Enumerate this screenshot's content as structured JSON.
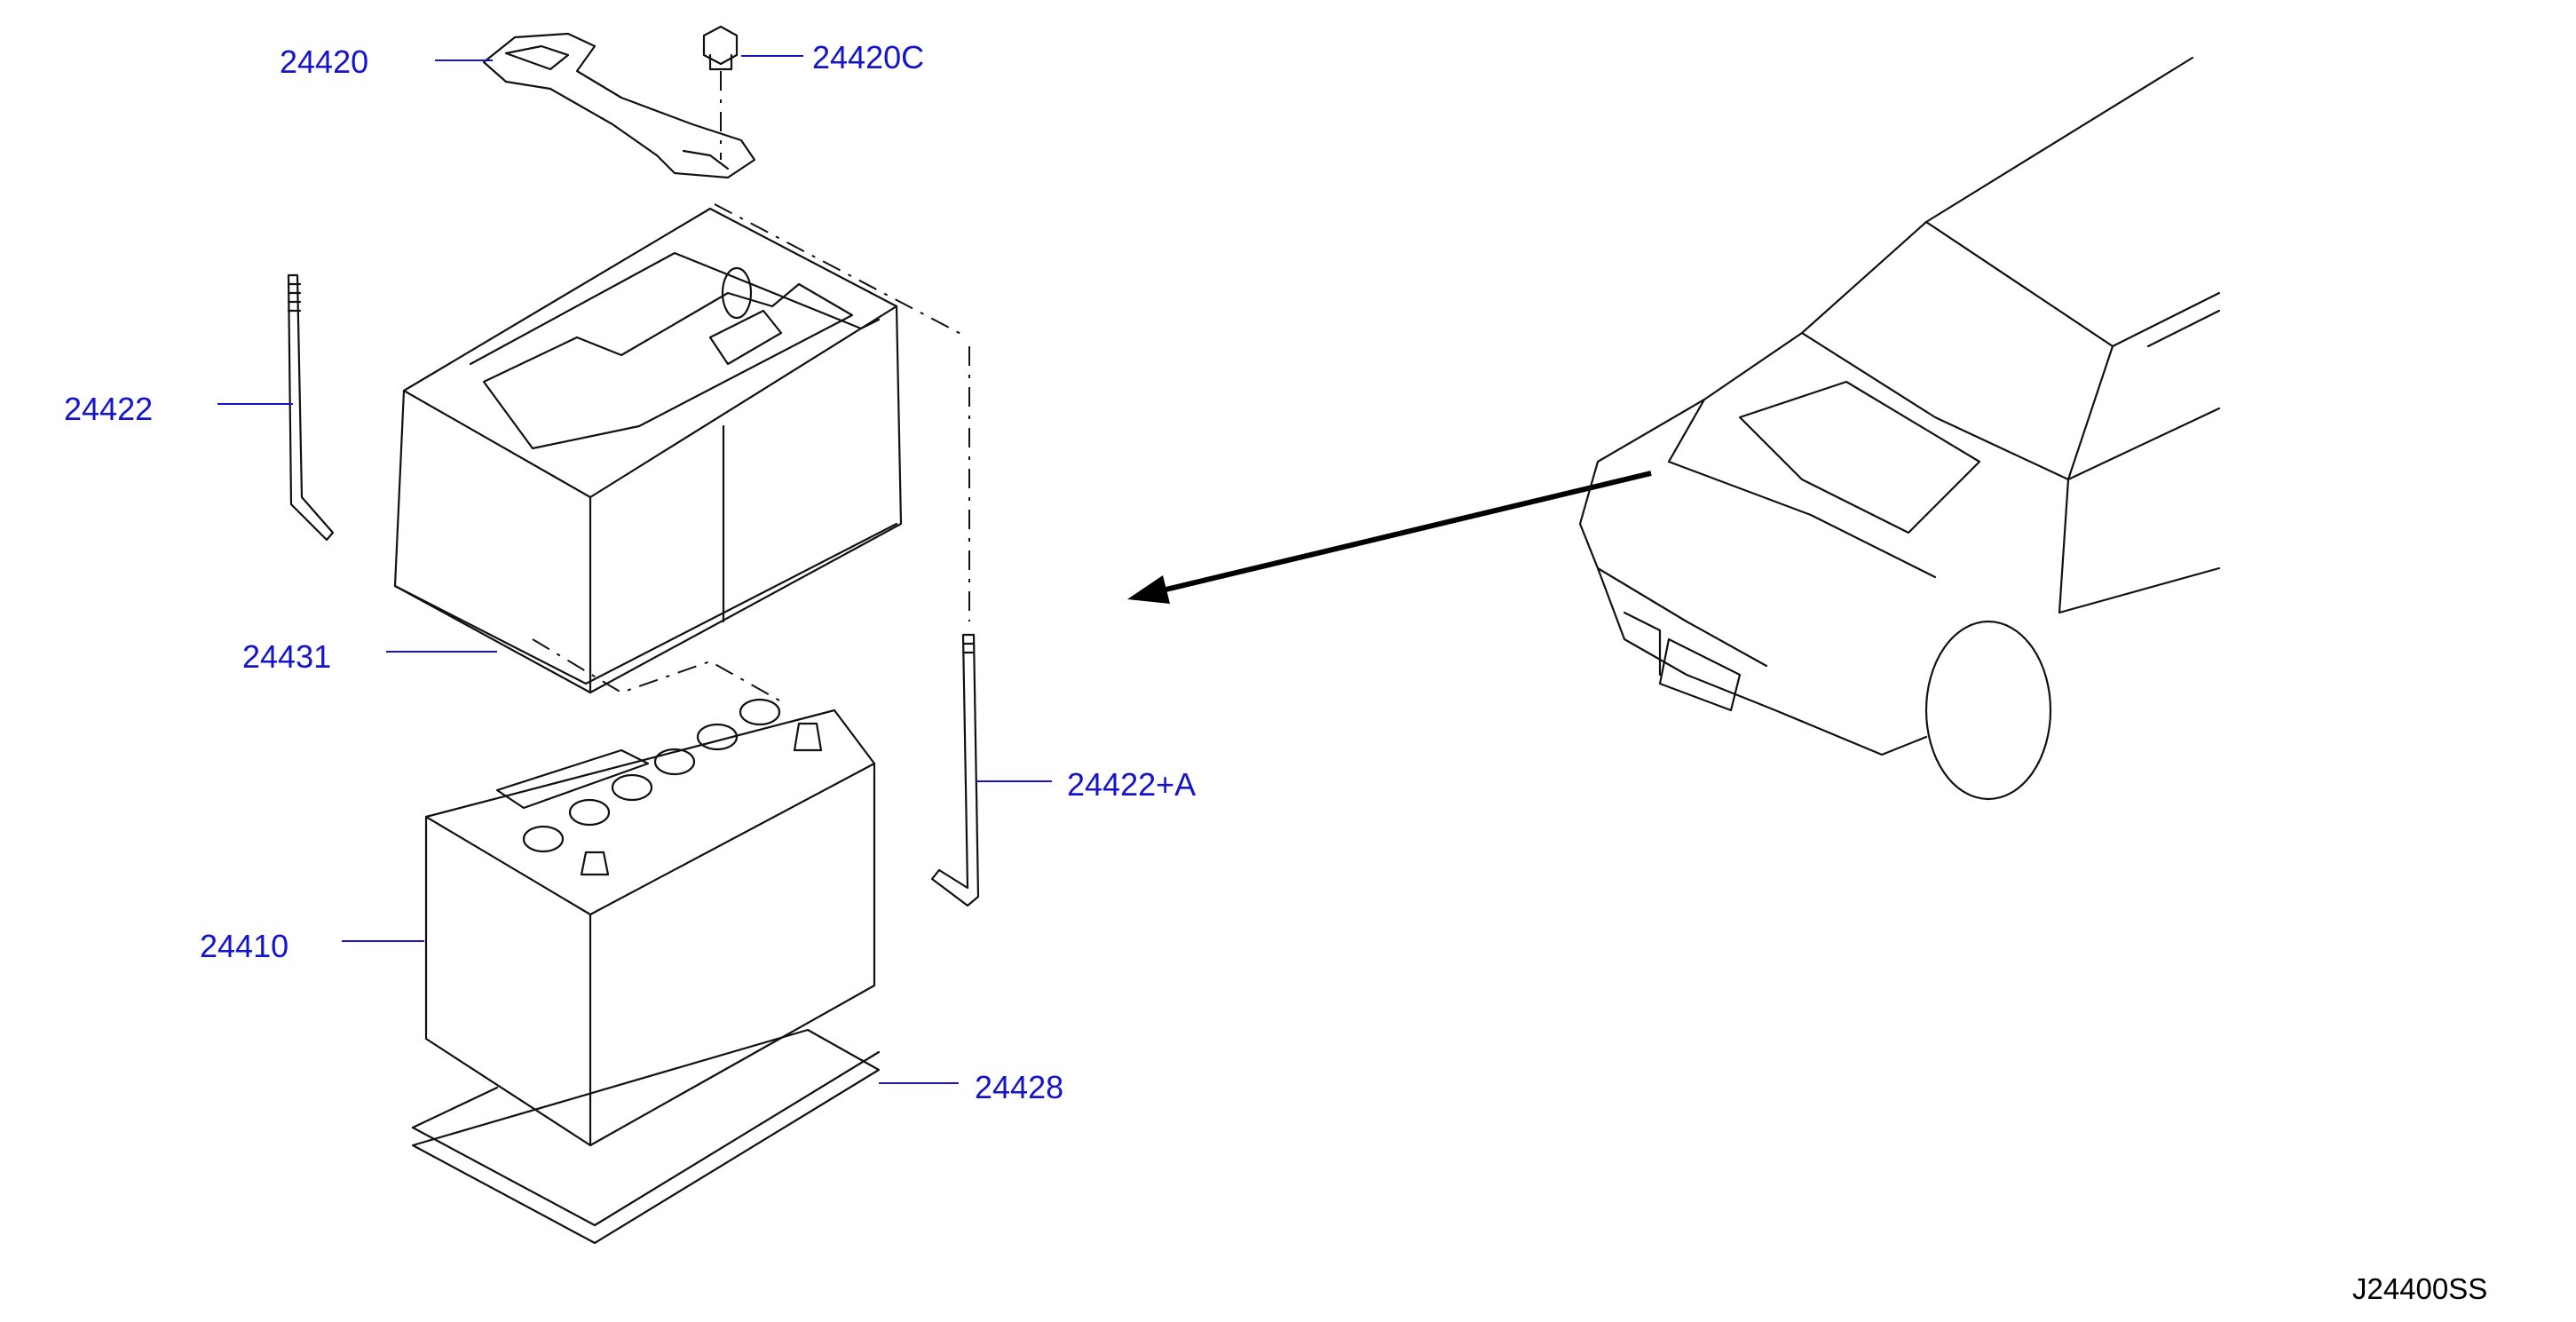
{
  "parts": {
    "p24420": "24420",
    "p24420c": "24420C",
    "p24422": "24422",
    "p24431": "24431",
    "p24422a": "24422+A",
    "p24410": "24410",
    "p24428": "24428"
  },
  "diagram_code": "J24400SS",
  "colors": {
    "callout": "#1414c8",
    "lines": "#111111",
    "background": "#ffffff"
  }
}
